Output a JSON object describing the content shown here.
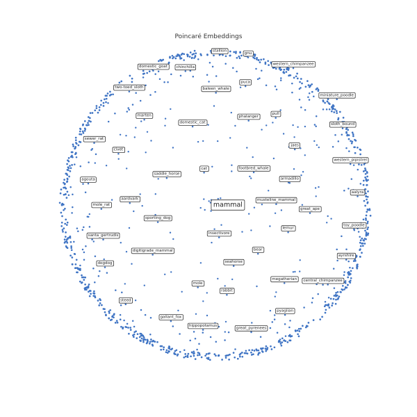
{
  "chart_data": {
    "type": "scatter",
    "title": "Poincaré Embeddings",
    "xlabel": "",
    "ylabel": "",
    "xlim": [
      -1,
      1
    ],
    "ylim": [
      -1,
      1
    ],
    "grid": false,
    "accent_color": "#3f74c4",
    "labels": [
      {
        "text": "stallion",
        "x": 0.027,
        "y": 0.988
      },
      {
        "text": "gnu",
        "x": 0.21,
        "y": 0.973
      },
      {
        "text": "western_chimpanzee",
        "x": 0.5,
        "y": 0.904
      },
      {
        "text": "domestic_goat",
        "x": -0.4,
        "y": 0.888
      },
      {
        "text": "chinchilla",
        "x": -0.193,
        "y": 0.885
      },
      {
        "text": "puca",
        "x": 0.193,
        "y": 0.788
      },
      {
        "text": "baleen_whale",
        "x": 0.003,
        "y": 0.746
      },
      {
        "text": "two-toed_sloth",
        "x": -0.554,
        "y": 0.754
      },
      {
        "text": "miniature_poodle",
        "x": 0.78,
        "y": 0.704
      },
      {
        "text": "phalanger",
        "x": 0.213,
        "y": 0.567
      },
      {
        "text": "pull",
        "x": 0.387,
        "y": 0.585
      },
      {
        "text": "marten",
        "x": -0.457,
        "y": 0.573
      },
      {
        "text": "domestic_cat",
        "x": -0.147,
        "y": 0.529
      },
      {
        "text": "sloth_bound",
        "x": 0.817,
        "y": 0.517
      },
      {
        "text": "sewer_rat",
        "x": -0.779,
        "y": 0.423
      },
      {
        "text": "civet",
        "x": -0.623,
        "y": 0.354
      },
      {
        "text": "jaes",
        "x": 0.51,
        "y": 0.382
      },
      {
        "text": "western_pipistrel",
        "x": 0.867,
        "y": 0.288
      },
      {
        "text": "cat",
        "x": -0.073,
        "y": 0.233
      },
      {
        "text": "footbred_whale",
        "x": 0.246,
        "y": 0.235
      },
      {
        "text": "saddle_horse",
        "x": -0.313,
        "y": 0.198
      },
      {
        "text": "armadillo",
        "x": 0.477,
        "y": 0.167
      },
      {
        "text": "agouta",
        "x": -0.817,
        "y": 0.163
      },
      {
        "text": "aalyra",
        "x": 0.913,
        "y": 0.081
      },
      {
        "text": "aardvark",
        "x": -0.55,
        "y": 0.037
      },
      {
        "text": "musteline_mammal",
        "x": 0.39,
        "y": 0.031
      },
      {
        "text": "mole_rat",
        "x": -0.733,
        "y": 0.0
      },
      {
        "text": "mammal",
        "x": 0.08,
        "y": 0.0
      },
      {
        "text": "great_ape",
        "x": 0.607,
        "y": -0.027
      },
      {
        "text": "sporting_dog",
        "x": -0.37,
        "y": -0.085
      },
      {
        "text": "toy_poodle",
        "x": 0.89,
        "y": -0.131
      },
      {
        "text": "lemur",
        "x": 0.467,
        "y": -0.15
      },
      {
        "text": "santa_gertrudis",
        "x": -0.721,
        "y": -0.197
      },
      {
        "text": "insectivore",
        "x": 0.023,
        "y": -0.183
      },
      {
        "text": "digitigrade_mammal",
        "x": -0.403,
        "y": -0.294
      },
      {
        "text": "bear",
        "x": 0.273,
        "y": -0.288
      },
      {
        "text": "ayrshire",
        "x": 0.84,
        "y": -0.327
      },
      {
        "text": "seahorse",
        "x": 0.117,
        "y": -0.367
      },
      {
        "text": "dogdog",
        "x": -0.71,
        "y": -0.375
      },
      {
        "text": "megatherian",
        "x": 0.443,
        "y": -0.477
      },
      {
        "text": "central_chimpanzee",
        "x": 0.69,
        "y": -0.487
      },
      {
        "text": "mole",
        "x": -0.113,
        "y": -0.504
      },
      {
        "text": "rabbit",
        "x": 0.073,
        "y": -0.552
      },
      {
        "text": "steed",
        "x": -0.577,
        "y": -0.613
      },
      {
        "text": "gallant_fox",
        "x": -0.286,
        "y": -0.721
      },
      {
        "text": "pyaglian",
        "x": 0.447,
        "y": -0.681
      },
      {
        "text": "hippopotamus",
        "x": -0.08,
        "y": -0.777
      },
      {
        "text": "great_pyrenees",
        "x": 0.23,
        "y": -0.792
      }
    ]
  }
}
